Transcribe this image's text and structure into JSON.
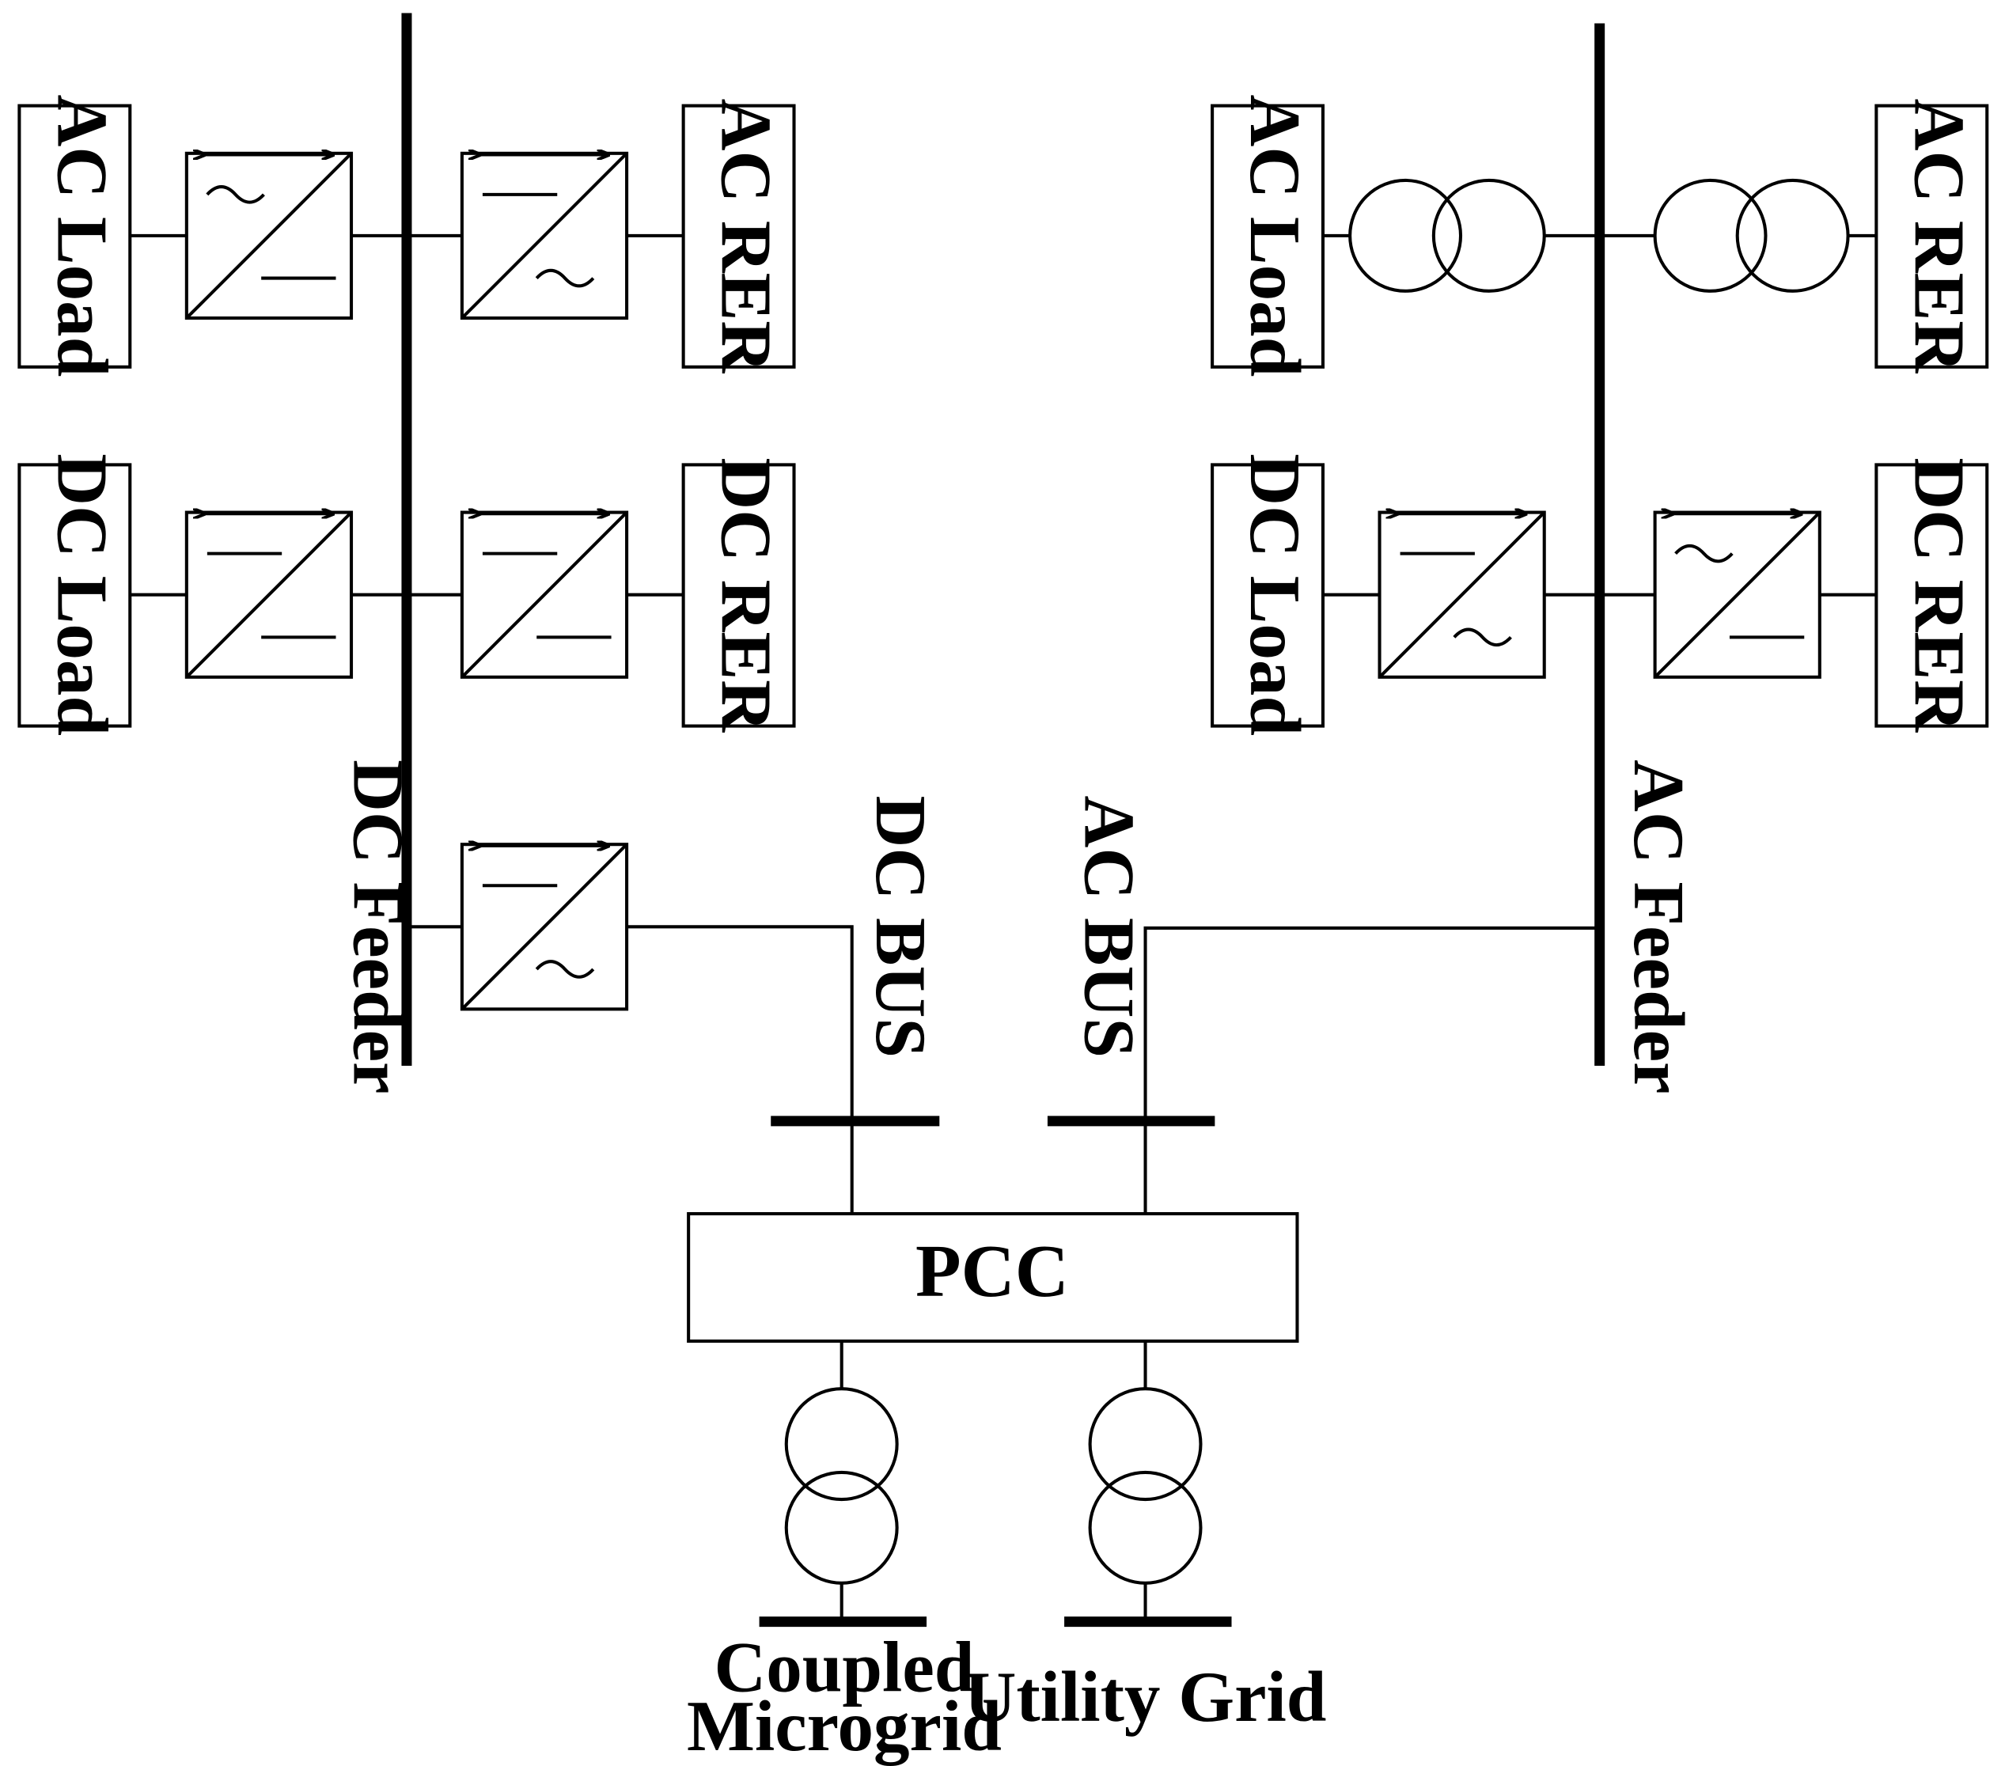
{
  "diagram": {
    "left_feeder": {
      "label": "DC Feeder",
      "rows": [
        {
          "left": "AC Load",
          "right": "AC RER"
        },
        {
          "left": "DC Load",
          "right": "DC RER"
        }
      ],
      "bus_label": "DC BUS"
    },
    "right_feeder": {
      "label": "AC Feeder",
      "rows": [
        {
          "left": "AC Load",
          "right": "AC RER"
        },
        {
          "left": "DC Load",
          "right": "DC RER"
        }
      ],
      "bus_label": "AC BUS"
    },
    "pcc": {
      "label": "PCC"
    },
    "outputs": {
      "coupled_line1": "Coupled",
      "coupled_line2": "Microgrid",
      "utility": "Utility Grid"
    }
  }
}
